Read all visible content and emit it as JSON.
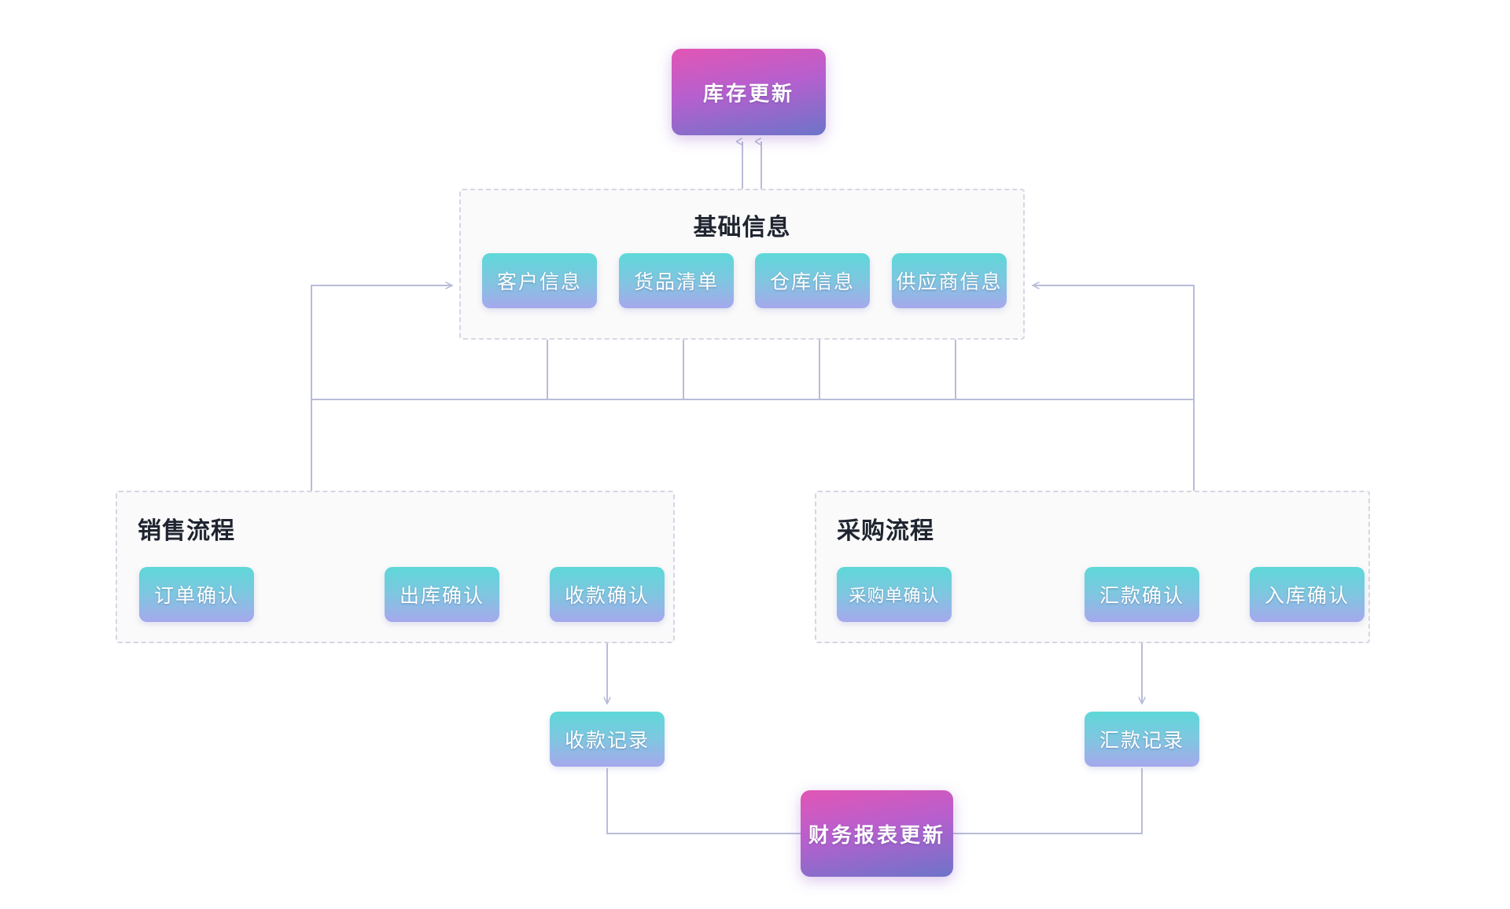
{
  "diagram": {
    "title_top": "库存更新",
    "title_bottom": "财务报表更新"
  },
  "groups": {
    "basic_info": {
      "title": "基础信息",
      "nodes": [
        {
          "label": "客户信息"
        },
        {
          "label": "货品清单"
        },
        {
          "label": "仓库信息"
        },
        {
          "label": "供应商信息"
        }
      ]
    },
    "sales": {
      "title": "销售流程",
      "nodes": [
        {
          "label": "订单确认"
        },
        {
          "label": "出库确认"
        },
        {
          "label": "收款确认"
        }
      ]
    },
    "purchase": {
      "title": "采购流程",
      "nodes": [
        {
          "label": "采购单确认"
        },
        {
          "label": "汇款确认"
        },
        {
          "label": "入库确认"
        }
      ]
    }
  },
  "records": {
    "sales_record": "收款记录",
    "purchase_record": "汇款记录"
  },
  "colors": {
    "accent_start": "#e256b4",
    "accent_mid": "#b75fce",
    "accent_end": "#6d74c9",
    "node_start": "#5ed8d8",
    "node_end": "#a6a8ec",
    "edge": "#b9bcd9",
    "group_border": "#d8d5e4",
    "group_fill": "#fafafa",
    "title_text": "#1f2430",
    "background": "#ffffff"
  }
}
